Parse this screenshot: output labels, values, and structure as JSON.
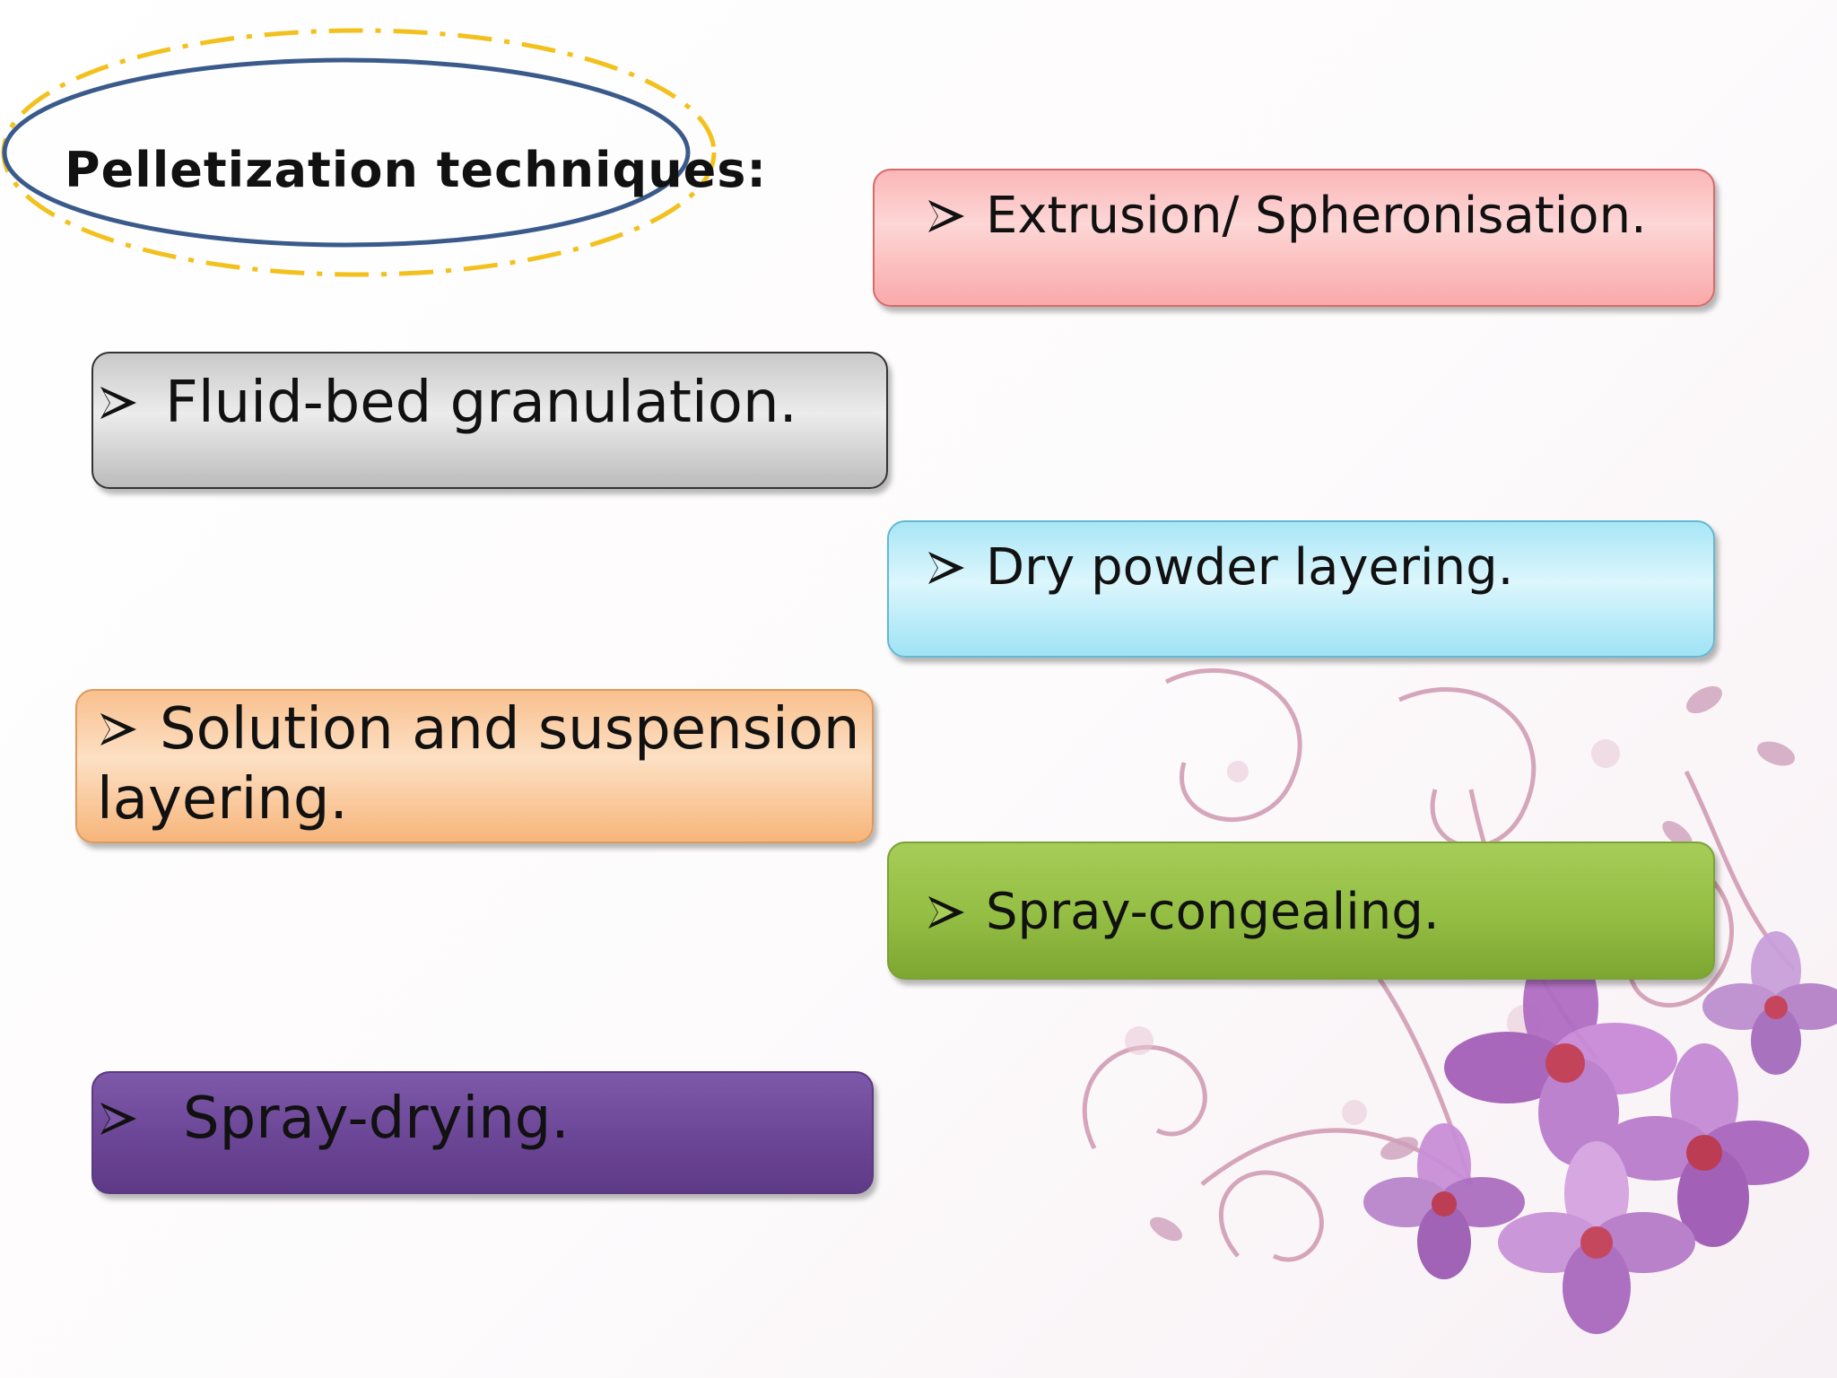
{
  "slide": {
    "title": "Pelletization techniques:",
    "items": {
      "extrusion": "Extrusion/ Spheronisation.",
      "fluid_bed": "Fluid-bed granulation.",
      "dry_powder": "Dry powder layering.",
      "solution_line1": "Solution and suspension",
      "solution_line2": "layering.",
      "spray_congealing": "Spray-congealing.",
      "spray_drying": "Spray-drying."
    },
    "bullet_icon": "arrowhead-bullet-icon",
    "colors": {
      "extrusion": "#fbb7b8",
      "fluid_bed": "#d9d9d9",
      "dry_powder": "#bdeefa",
      "solution": "#fbcfa8",
      "spray_congealing": "#93bd43",
      "spray_drying": "#6c4696",
      "title_ellipse": "#3b5a8c",
      "title_dashes": "#f2c11d"
    },
    "decoration": "floral-orchid-ornament"
  }
}
